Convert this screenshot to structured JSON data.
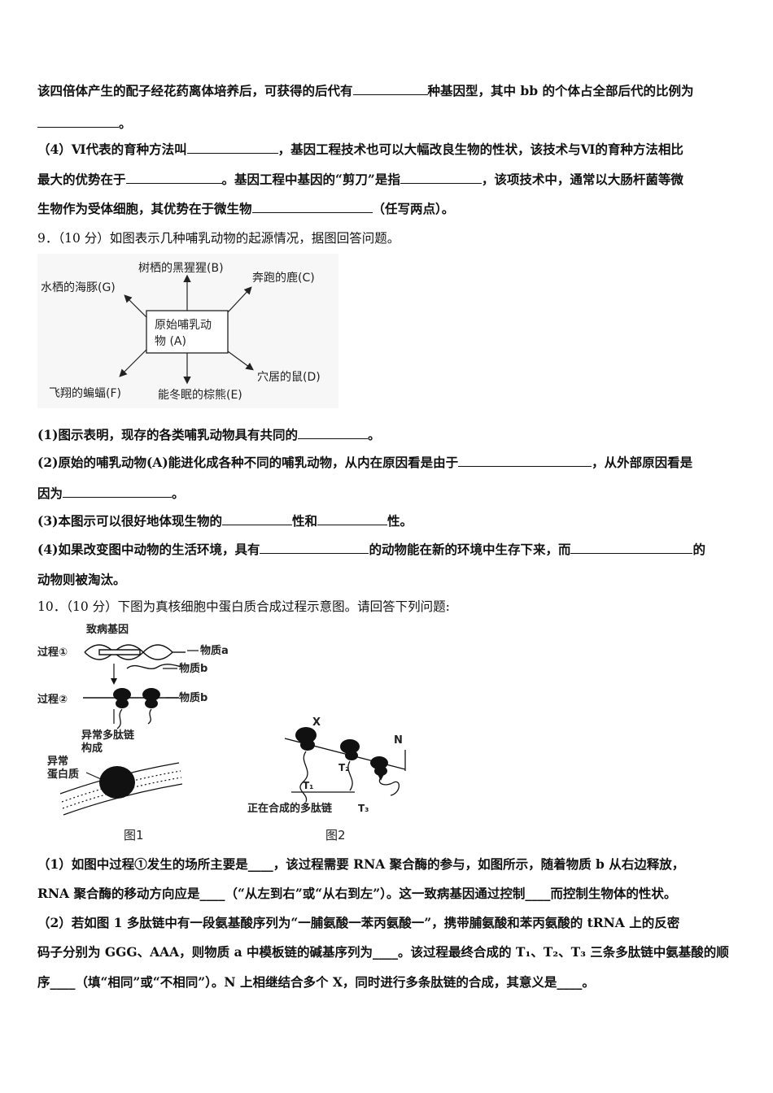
{
  "q8": {
    "line1_a": "该四倍体产生的配子经花药离体培养后，可获得的后代有",
    "line1_b": "种基因型，其中 bb 的个体占全部后代的比例为",
    "line2_end": "。",
    "p4_line1_a": "（4）Ⅵ代表的育种方法叫",
    "p4_line1_b": "，基因工程技术也可以大幅改良生物的性状，该技术与Ⅵ的育种方法相比",
    "p4_line2_a": "最大的优势在于",
    "p4_line2_b": "。基因工程中基因的“剪刀”是指",
    "p4_line2_c": "，该项技术中，通常以大肠杆菌等微",
    "p4_line3_a": "生物作为受体细胞，其优势在于微生物",
    "p4_line3_b": "（任写两点）。"
  },
  "q9": {
    "header": "9．（10 分）如图表示几种哺乳动物的起源情况，据图回答问题。",
    "diagram": {
      "center_line1": "原始哺乳动",
      "center_line2": "物 (A)",
      "b": "树栖的黑猩猩(B)",
      "c": "奔跑的鹿(C)",
      "d": "穴居的鼠(D)",
      "e": "能冬眠的棕熊(E)",
      "f": "飞翔的蝙蝠(F)",
      "g": "水栖的海豚(G)"
    },
    "p1_a": "(1)图示表明，现存的各类哺乳动物具有共同的",
    "p1_b": "。",
    "p2_a": "(2)原始的哺乳动物(A)能进化成各种不同的哺乳动物，从内在原因看是由于",
    "p2_b": "，从外部原因看是",
    "p2_c": "因为",
    "p2_d": "。",
    "p3_a": "(3)本图示可以很好地体现生物的",
    "p3_b": "性和",
    "p3_c": "性。",
    "p4_a": "(4)如果改变图中动物的生活环境，具有",
    "p4_b": "的动物能在新的环境中生存下来，而",
    "p4_c": "的",
    "p4_d": "动物则被淘汰。"
  },
  "q10": {
    "header": "10．（10 分）下图为真核细胞中蛋白质合成过程示意图。请回答下列问题:",
    "fig1": {
      "gene": "致病基因",
      "process1": "过程①",
      "process2": "过程②",
      "sub_a": "物质a",
      "sub_b": "物质b",
      "sub_b2": "物质b",
      "chain_1": "异常多肽链",
      "chain_2": "构成",
      "prot_1": "异常",
      "prot_2": "蛋白质",
      "caption": "图1"
    },
    "fig2": {
      "x": "X",
      "n": "N",
      "t1": "T₁",
      "t2": "T₂",
      "t3": "T₃",
      "chain": "正在合成的多肽链",
      "caption": "图2"
    },
    "p1_l1": "（1）如图中过程①发生的场所主要是____，该过程需要 RNA 聚合酶的参与，如图所示，随着物质 b 从右边释放，",
    "p1_l2": "RNA 聚合酶的移动方向应是____（“从左到右”或“从右到左”）。这一致病基因通过控制____而控制生物体的性状。",
    "p2_l1": "（2）若如图 1 多肽链中有一段氨基酸序列为“一脯氨酸一苯丙氨酸一”，携带脯氨酸和苯丙氨酸的 tRNA 上的反密",
    "p2_l2": "码子分别为 GGG、AAA，则物质 a 中模板链的碱基序列为____。该过程最终合成的 T₁、T₂、T₃ 三条多肽链中氨基酸的顺",
    "p2_l3": "序____（填“相同”或“不相同”）。N 上相继结合多个 X，同时进行多条肽链的合成，其意义是____。"
  }
}
